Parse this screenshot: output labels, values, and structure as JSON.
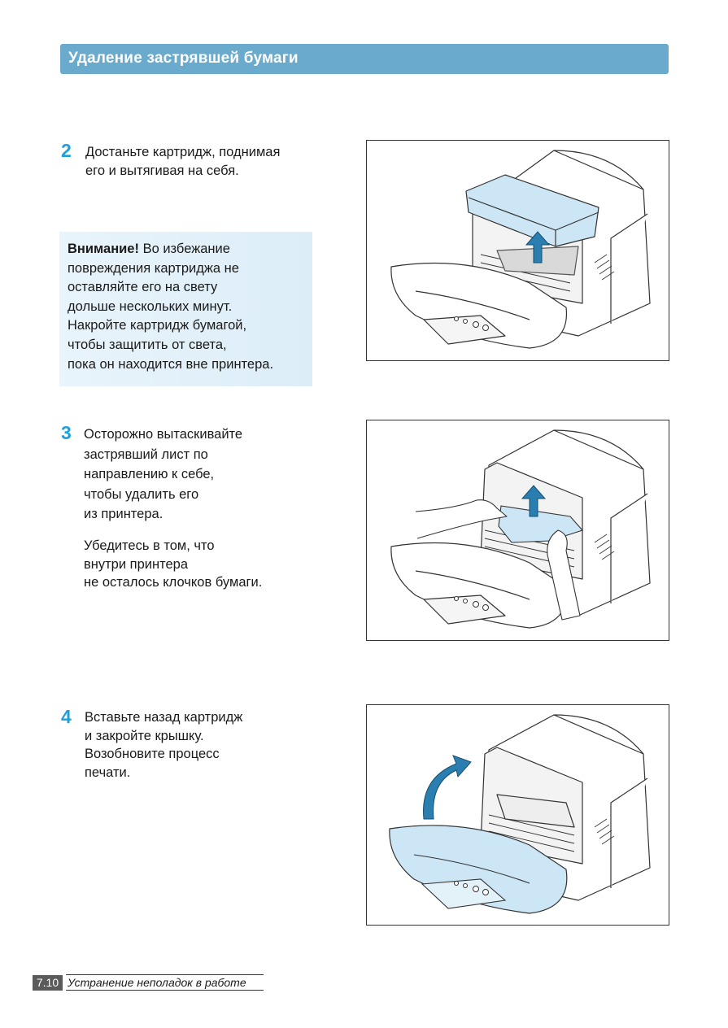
{
  "header": {
    "title": "Удаление застрявшей бумаги"
  },
  "steps": [
    {
      "number": "2",
      "lines": [
        "Достаньте картридж, поднимая",
        "его и вытягивая на себя."
      ]
    },
    {
      "number": "3",
      "lines": [
        "Осторожно вытаскивайте",
        "застрявший лист по",
        "направлению  к себе,",
        "чтобы удалить его",
        "из принтера."
      ],
      "extra_lines": [
        "Убедитесь в том, что",
        "внутри принтера",
        "не осталось клочков бумаги."
      ]
    },
    {
      "number": "4",
      "lines": [
        "Вставьте назад картридж",
        "и закройте крышку.",
        "Возобновите процесс",
        "печати."
      ]
    }
  ],
  "note": {
    "label": "Внимание!",
    "first_line_rest": " Во избежание",
    "lines": [
      "повреждения картриджа не",
      "оставляйте его на свету",
      "дольше нескольких минут.",
      "Накройте картридж бумагой,",
      "чтобы защитить от света,",
      "пока он находится вне принтера."
    ]
  },
  "figures": [
    {
      "icon": "printer-remove-cartridge-illustration"
    },
    {
      "icon": "printer-pull-paper-illustration"
    },
    {
      "icon": "printer-close-cover-illustration"
    }
  ],
  "footer": {
    "page_number": "7.10",
    "section": "Устранение неполадок в работе"
  },
  "colors": {
    "header": "#6aaacd",
    "step_number": "#1ea0dc",
    "note_bg": "#e2f0f9",
    "highlight": "#cde6f5"
  }
}
